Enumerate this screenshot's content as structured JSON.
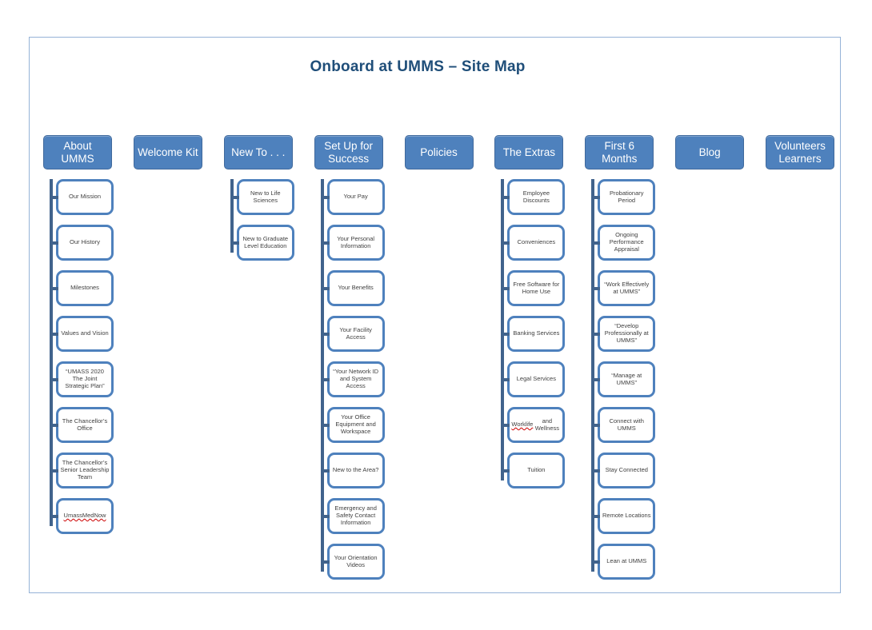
{
  "title": "Onboard at UMMS – Site Map",
  "colors": {
    "title_text": "#1F4E79",
    "panel_border": "#95B3D7",
    "header_fill": "#4E81BD",
    "header_border": "#40699C",
    "child_border": "#4E81BD",
    "child_text": "#3F3F3F",
    "connector": "#41638C",
    "squiggle": "#CC0000"
  },
  "squiggle_words": [
    "UmassMedNow",
    "Worklife"
  ],
  "columns": [
    {
      "label": "About UMMS",
      "children": [
        "Our Mission",
        "Our History",
        "Milestones",
        "Values and Vision",
        "“UMASS 2020 The Joint Strategic Plan”",
        "The Chancellor’s Office",
        "The Chancellor’s Senior Leadership Team",
        "UmassMedNow"
      ]
    },
    {
      "label": "Welcome Kit",
      "children": []
    },
    {
      "label": "New To . . .",
      "children": [
        "New to Life Sciences",
        "New to Graduate Level Education"
      ]
    },
    {
      "label": "Set Up for Success",
      "children": [
        "Your Pay",
        "Your Personal Information",
        "Your Benefits",
        "Your Facility Access",
        "“Your Network ID and System Access",
        "Your Office Equipment and Workspace",
        "New to the Area?",
        "Emergency and Safety Contact Information",
        "Your Orientation Videos"
      ]
    },
    {
      "label": "Policies",
      "children": []
    },
    {
      "label": "The Extras",
      "children": [
        "Employee Discounts",
        "Conveniences",
        "Free Software for Home Use",
        "Banking Services",
        "Legal Services",
        "Worklife and Wellness",
        "Tuition"
      ]
    },
    {
      "label": "First 6 Months",
      "children": [
        "Probationary Period",
        "Ongoing Performance Appraisal",
        "“Work Effectively at UMMS”",
        "“Develop Professionally at UMMS”",
        "“Manage at UMMS”",
        "Connect with UMMS",
        "Stay Connected",
        "Remote Locations",
        "Lean at UMMS"
      ]
    },
    {
      "label": "Blog",
      "children": []
    },
    {
      "label": "Volunteers Learners",
      "children": []
    }
  ]
}
